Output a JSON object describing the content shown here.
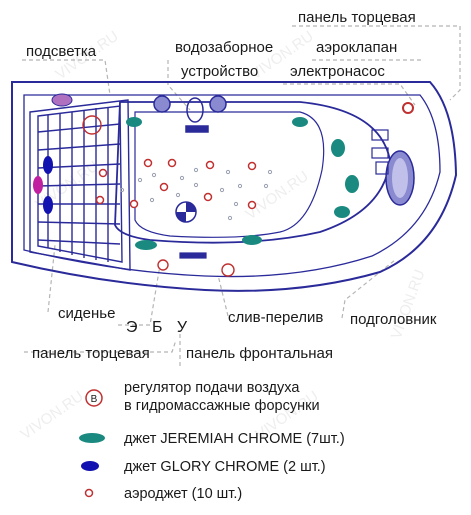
{
  "labels": {
    "end_panel_top": "панель торцевая",
    "lighting": "подсветка",
    "water_intake": "водозаборное",
    "water_intake_2": "устройство",
    "air_valve": "аэроклапан",
    "electric_pump": "электронасос",
    "seat": "сиденье",
    "ebu": "Э Б У",
    "drain_overflow": "слив-перелив",
    "headrest": "подголовник",
    "end_panel_bottom": "панель торцевая",
    "front_panel": "панель фронтальная"
  },
  "watermark": "VIVON.RU",
  "legend": [
    {
      "marker": "B",
      "text": "регулятор подачи воздуха",
      "text2": "в гидромассажные форсунки"
    },
    {
      "marker": "ellipse-teal",
      "text": "джет JEREMIAH CHROME  (7шт.)"
    },
    {
      "marker": "ellipse-blue",
      "text": "джет GLORY CHROME (2 шт.)"
    },
    {
      "marker": "circle-red",
      "text": "аэроджет (10 шт.)"
    }
  ],
  "colors": {
    "outline": "#2a2a9a",
    "teal": "#1a8a80",
    "blue": "#1212b0",
    "red": "#c03030",
    "magenta": "#c020a0",
    "leader": "#b5b5b5"
  }
}
